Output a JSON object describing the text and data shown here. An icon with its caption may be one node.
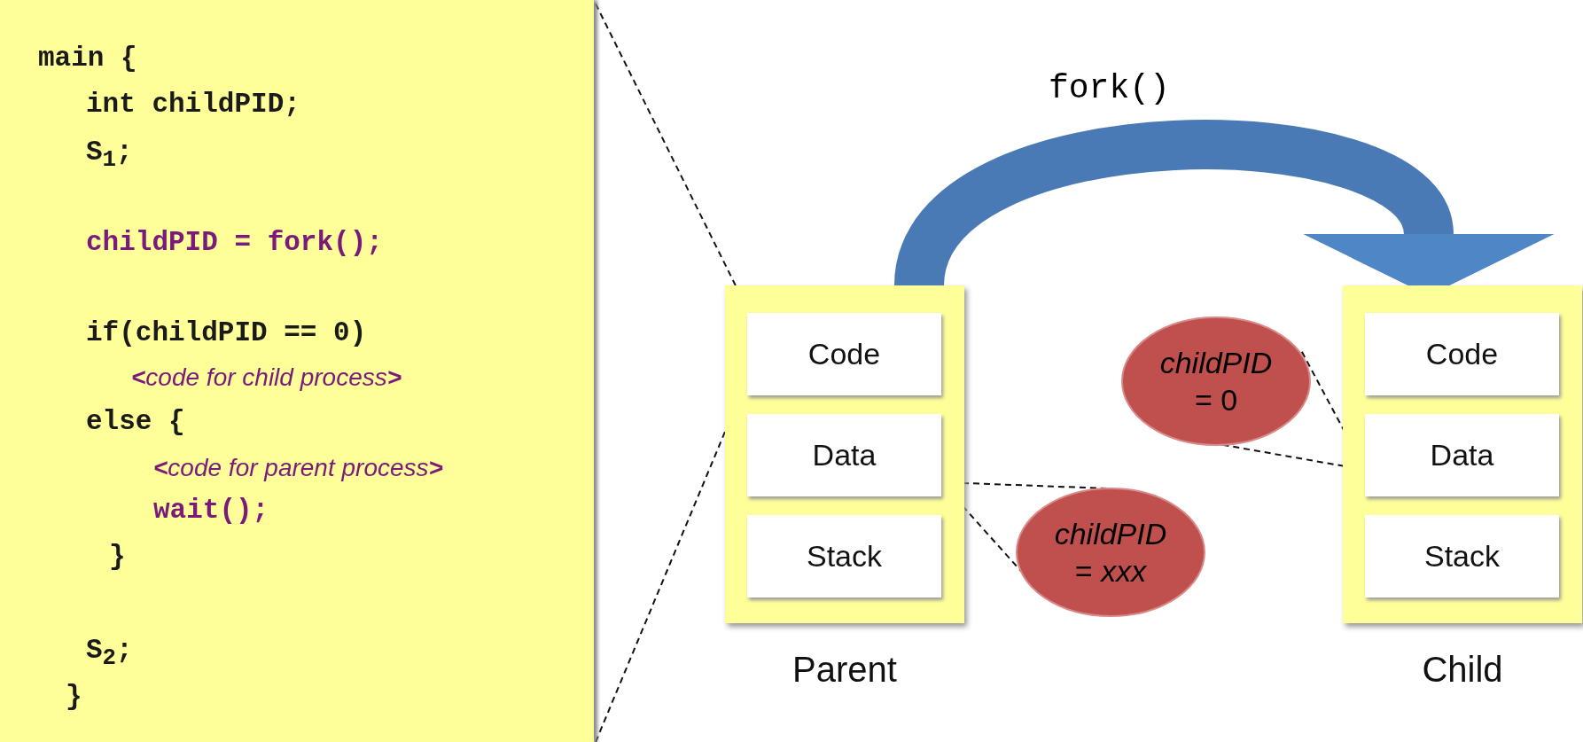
{
  "diagram": {
    "nodes": [
      {
        "text": [
          "main {",
          "int childPID;",
          "S$_{1}$;",
          "childPID = fork();",
          "if(childPID == 0)",
          "**<**code for child process**>**",
          "else {",
          "**<**code for parent process**>**",
          "wait();",
          "}",
          "S$_{2}$;",
          "}"
        ]
      },
      {
        "text": [
          "Parent"
        ]
      },
      {
        "text": [
          "Code"
        ],
        "in": 1
      },
      {
        "text": [
          "Data"
        ],
        "in": 1
      },
      {
        "text": [
          "Stack"
        ],
        "in": 1
      },
      {
        "text": [
          "Child"
        ]
      },
      {
        "text": [
          "Code"
        ],
        "in": 5
      },
      {
        "text": [
          "Data"
        ],
        "in": 5
      },
      {
        "text": [
          "Stack"
        ],
        "in": 5
      },
      {
        "text": [
          "*childPID*",
          "= 0"
        ]
      },
      {
        "text": [
          "*childPID*",
          "= *xxx*"
        ]
      }
    ],
    "edges": [
      {
        "from": 1,
        "to": 5,
        "arrow": "to",
        "label": "fork()",
        "style": "thick",
        "color": "#4a7ab5"
      },
      {
        "from": 0,
        "to": 1,
        "arrow": "none",
        "style": "dashed"
      },
      {
        "from": 0,
        "to": 1,
        "arrow": "none",
        "style": "dashed"
      },
      {
        "from": 3,
        "to": 10,
        "arrow": "none",
        "style": "dashed"
      },
      {
        "from": 7,
        "to": 9,
        "arrow": "none",
        "style": "dashed"
      }
    ]
  }
}
